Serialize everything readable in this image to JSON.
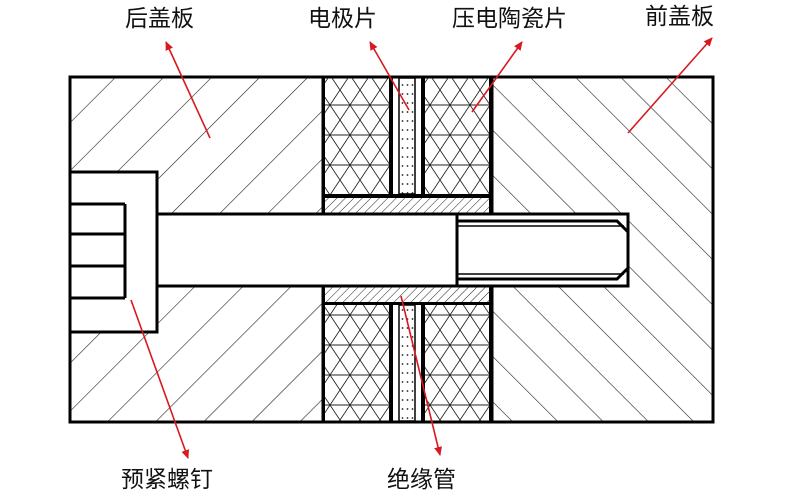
{
  "diagram": {
    "labels": {
      "back_plate": "后盖板",
      "electrode": "电极片",
      "piezo_ceramic": "压电陶瓷片",
      "front_plate": "前盖板",
      "preload_bolt": "预紧螺钉",
      "insulation_tube": "绝缘管"
    },
    "colors": {
      "outline": "#000000",
      "hatch": "#222222",
      "arrow": "#d8191f",
      "background": "#ffffff"
    }
  }
}
